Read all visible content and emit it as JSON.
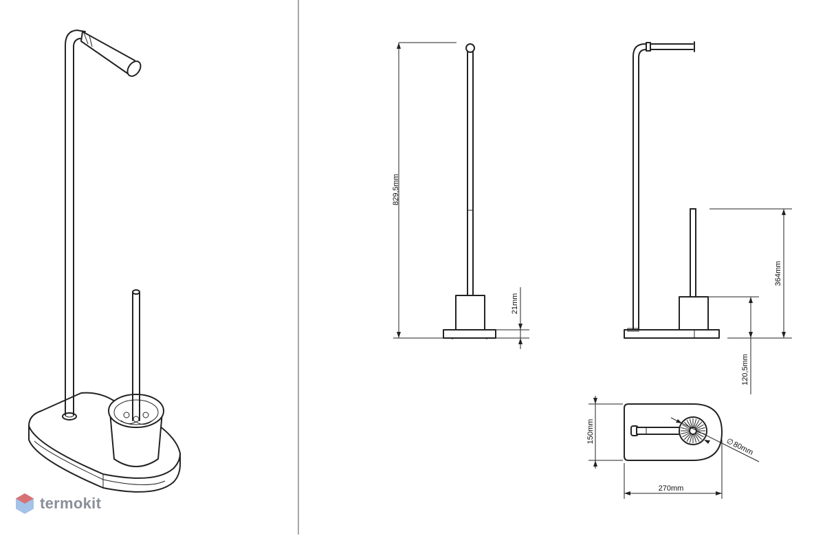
{
  "brand": {
    "name": "termokit"
  },
  "dimensions": {
    "total_height": "829,5mm",
    "base_thickness": "21mm",
    "brush_height": "364mm",
    "holder_height": "120,5mm",
    "base_depth": "150mm",
    "base_width": "270mm",
    "holder_diameter": "80mm",
    "diameter_symbol": "∅"
  },
  "colors": {
    "line": "#222222",
    "brand_gray": "#8a8f99",
    "brand_red": "#e8574d",
    "brand_blue": "#5b8fd6"
  }
}
